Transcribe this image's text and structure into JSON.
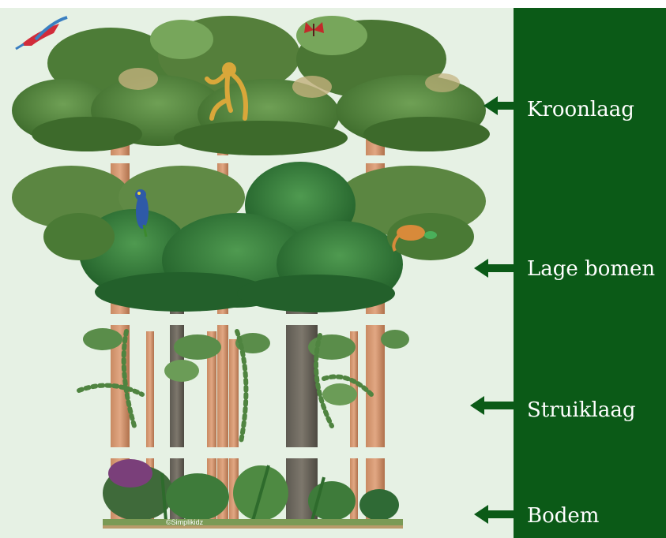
{
  "colors": {
    "panel": "#0b5a17",
    "arrow": "#0b5a17",
    "background": "#e6f1e4",
    "label_text": "#ffffff"
  },
  "layers": [
    {
      "id": "kroonlaag",
      "label": "Kroonlaag"
    },
    {
      "id": "lage-bomen",
      "label": "Lage bomen"
    },
    {
      "id": "struiklaag",
      "label": "Struiklaag"
    },
    {
      "id": "bodem",
      "label": "Bodem"
    }
  ],
  "credit": "©Simplikidz"
}
